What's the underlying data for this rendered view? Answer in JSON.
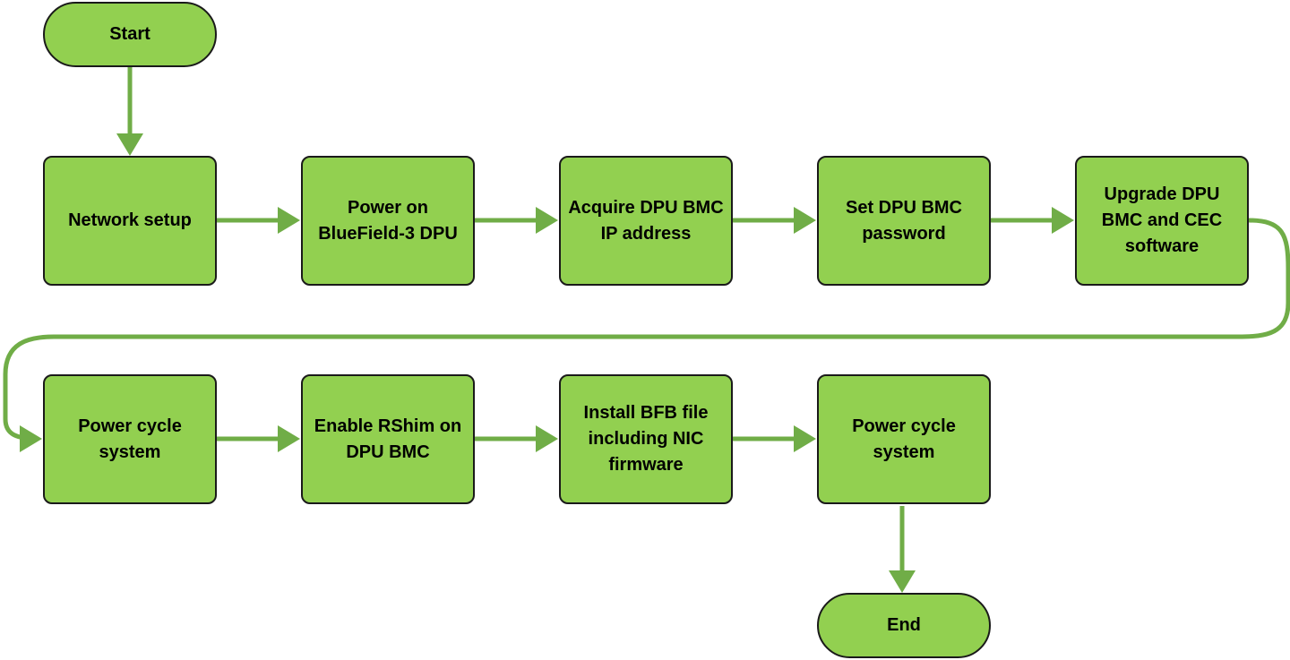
{
  "colors": {
    "node_fill": "#92d050",
    "node_border": "#1a1a1a",
    "connector": "#70ad47"
  },
  "flow": {
    "start": "Start",
    "end": "End",
    "steps": [
      "Network setup",
      "Power on\nBlueField-3 DPU",
      "Acquire DPU BMC\nIP address",
      "Set DPU BMC\npassword",
      "Upgrade DPU\nBMC and CEC\nsoftware",
      "Power cycle\nsystem",
      "Enable RShim on\nDPU BMC",
      "Install BFB file\nincluding NIC\nfirmware",
      "Power cycle\nsystem"
    ]
  }
}
